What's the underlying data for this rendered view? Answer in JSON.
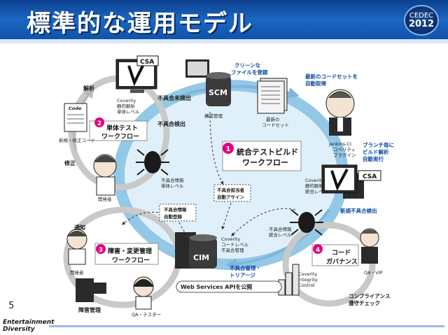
{
  "title": "標準的な運用モデル",
  "logo": {
    "line1": "CEDEC",
    "line2": "2012"
  },
  "page_number": "5",
  "footer": {
    "line1": "Entertainment",
    "line2": "Diversity"
  },
  "diagram": {
    "center_flow": {
      "num": "1",
      "line1": "統合テストビルド",
      "line2": "ワークフロー"
    },
    "unit_flow": {
      "num": "2",
      "line1": "単体テスト",
      "line2": "ワークフロー"
    },
    "defect_flow": {
      "num": "3",
      "line1": "障害・変更管理",
      "line2": "ワークフロー"
    },
    "governance": {
      "num": "4",
      "line1": "コード",
      "line2": "ガバナンス"
    },
    "csa_top": {
      "box": "CSA",
      "l1": "Coverity",
      "l2": "静的解析",
      "l3": "単体レベル"
    },
    "scm": {
      "box": "SCM",
      "caption": "構成管理"
    },
    "cim": {
      "box": "CIM",
      "l1": "Coverity",
      "l2": "コードレベル",
      "l3": "不具合管理"
    },
    "csa_right": {
      "box": "CSA",
      "l1": "Coverity",
      "l2": "静的解析",
      "l3": "統合レベル"
    },
    "jenkins": {
      "l1": "Jenkins-CI",
      "l2": "コベリティ",
      "l3": "プラグイン"
    },
    "code_set": {
      "l1": "最新の",
      "l2": "コードセット"
    },
    "integrity": {
      "l1": "Coverity",
      "l2": "Integrity",
      "l3": "Control"
    },
    "labels": {
      "analysis": "解析",
      "new_fix_code": "新規・修正コード",
      "fix": "修正",
      "developer_top": "開発者",
      "unresolved_detect": "不具合未検出",
      "defect_detect": "不具合検出",
      "defect_info_unit_1": "不具合情報",
      "defect_info_unit_2": "単体レベル",
      "clean_file_1": "クリーンな",
      "clean_file_2": "ファイルを登録",
      "latest_code_1": "最新のコードセットを",
      "latest_code_2": "自動取得",
      "branch_1": "ブランチ毎に",
      "branch_2": "ビルド解析",
      "branch_3": "自動実行",
      "new_defect_detect": "新規不具合検出",
      "assign_1": "不具合担当者",
      "assign_2": "自動アサイン",
      "defect_info_reg_1": "不具合情報",
      "defect_info_reg_2": "自動登録",
      "defect_info_int_1": "不具合情報",
      "defect_info_int_2": "統合レベル",
      "notify": "通知",
      "developer_bottom": "開発者",
      "defect_mgmt": "障害管理",
      "qa_tester": "QA・テスター",
      "triage_1": "不具合管理・",
      "triage_2": "トリアージ",
      "web_api": "Web Services APIを公開",
      "qa_vip": "QA・VIP",
      "compliance_1": "コンプライアンス",
      "compliance_2": "遵守チェック",
      "code_doc": "Code"
    }
  }
}
